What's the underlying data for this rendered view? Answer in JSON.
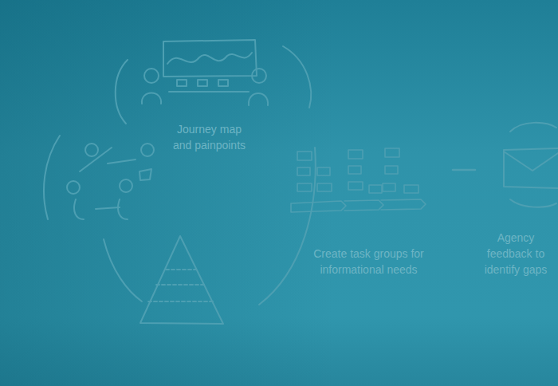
{
  "diagram": {
    "nodes": [
      {
        "text": [
          "Journey map and painpoints"
        ]
      },
      {
        "text": [
          "Create task groups for informational needs"
        ]
      },
      {
        "text": [
          "Agency feedback to identify gaps"
        ]
      }
    ],
    "edges": [
      {
        "from": 1,
        "to": 2,
        "arrow": "none"
      }
    ]
  }
}
